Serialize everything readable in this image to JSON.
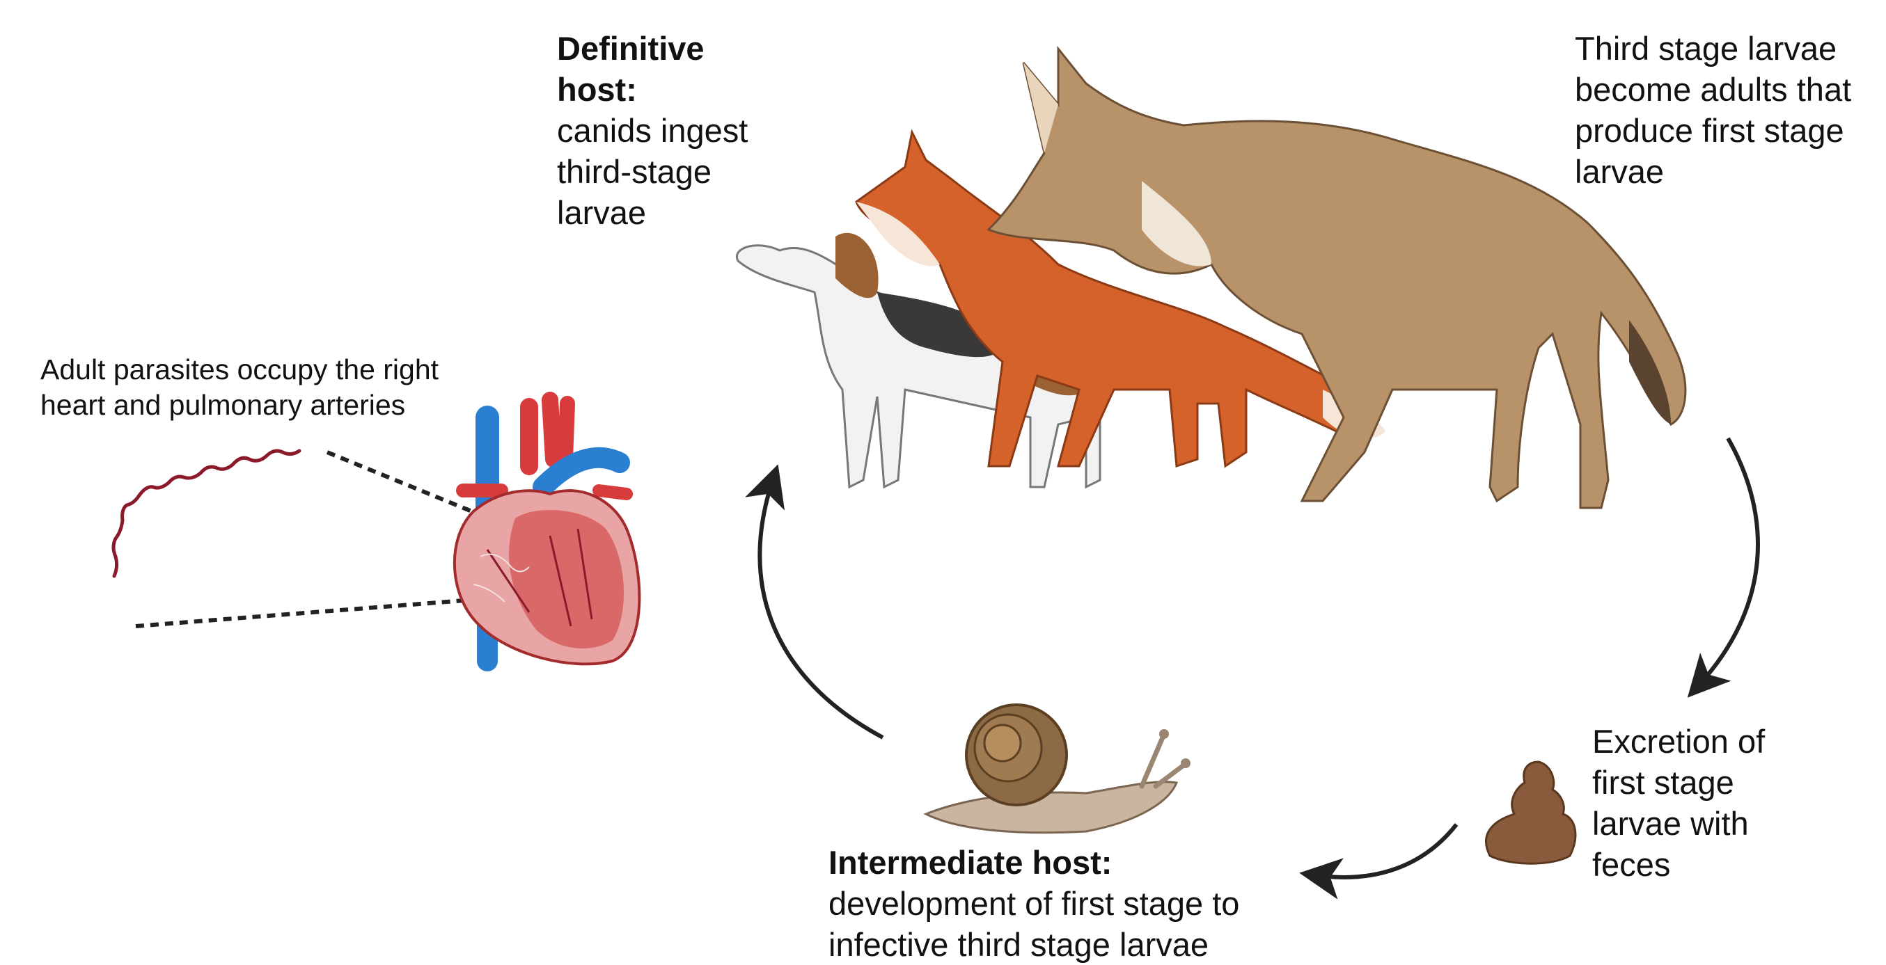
{
  "definitive": {
    "title_lines": [
      "Definitive",
      "host:"
    ],
    "body_lines": [
      "canids ingest",
      "third-stage",
      "larvae"
    ]
  },
  "adults": {
    "lines": [
      "Third stage larvae",
      "become adults that",
      "produce first stage",
      "larvae"
    ]
  },
  "heart_caption": {
    "lines": [
      "Adult parasites occupy the right",
      "heart and pulmonary arteries"
    ]
  },
  "excretion": {
    "lines": [
      "Excretion of",
      "first stage",
      "larvae with",
      "feces"
    ]
  },
  "intermediate": {
    "title": "Intermediate host:",
    "body_lines": [
      "development of first stage to",
      "infective third stage larvae"
    ]
  },
  "icons": [
    "beagle-dog",
    "red-fox",
    "coyote",
    "heart-with-worms",
    "lungworm-larva",
    "snail",
    "feces",
    "cycle-arrow"
  ],
  "colors": {
    "arrow": "#222222",
    "worm": "#8b1a2b",
    "artery_red": "#d83b3b",
    "vein_blue": "#2a7fd0",
    "fox": "#d4622a",
    "coyote": "#b8936a",
    "snail_shell": "#8c6a45",
    "feces": "#8a5a3c"
  }
}
